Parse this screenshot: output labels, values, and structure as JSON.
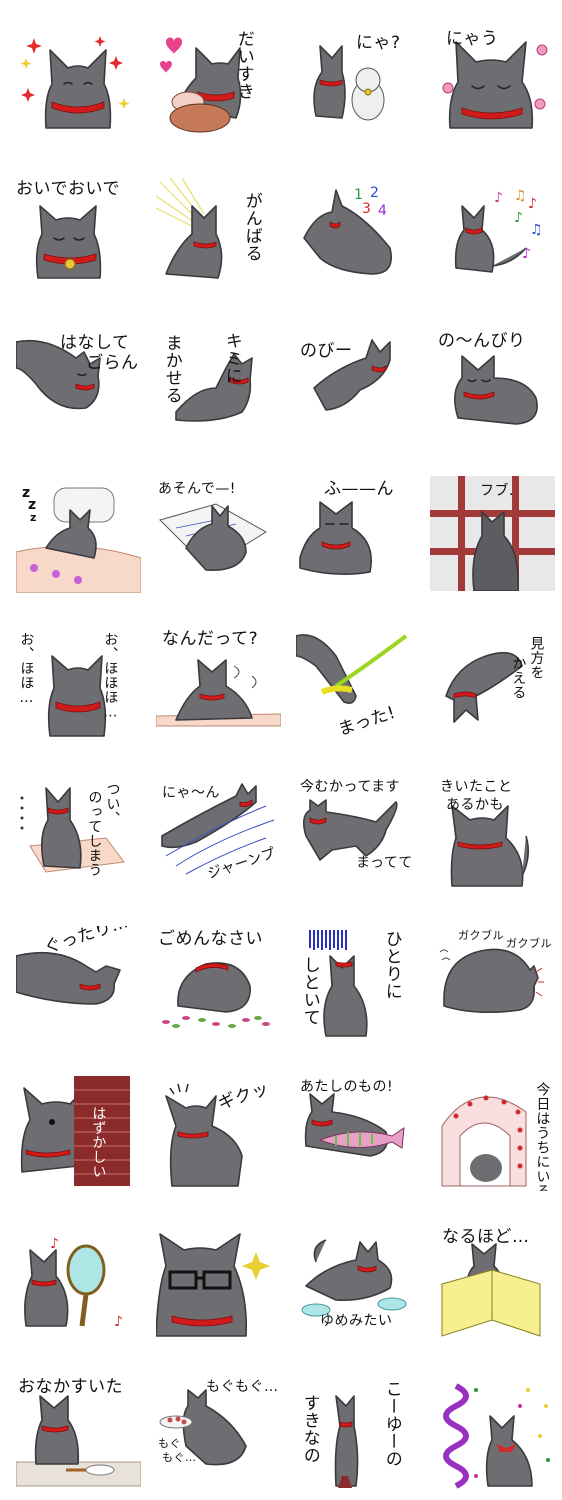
{
  "page": {
    "background": "#ffffff"
  },
  "colors": {
    "cat_gray": "#6e6e72",
    "collar_red": "#d21a1a",
    "pink_accent": "#e8408a",
    "yellow_accent": "#e9df44",
    "window_frame": "#a23a3a",
    "brick": "#8a2a2a"
  },
  "stickers": [
    {
      "id": 1,
      "captions": [],
      "icon": "sparkle-icon"
    },
    {
      "id": 2,
      "captions": [
        "だいすき"
      ],
      "icon": "heart-icon"
    },
    {
      "id": 3,
      "captions": [
        "にゃ?"
      ],
      "icon": "lucky-cat-icon"
    },
    {
      "id": 4,
      "captions": [
        "にゃう"
      ],
      "icon": "flower-icon"
    },
    {
      "id": 5,
      "captions": [
        "おいでおいで"
      ],
      "icon": "bell-icon"
    },
    {
      "id": 6,
      "captions": [
        "がんばる"
      ],
      "icon": "sunburst-icon"
    },
    {
      "id": 7,
      "captions": [
        "1",
        "2",
        "3",
        "4"
      ],
      "icon": "number-icon"
    },
    {
      "id": 8,
      "captions": [],
      "icon": "music-notes-icon"
    },
    {
      "id": 9,
      "captions": [
        "はなして",
        "ごらん"
      ],
      "icon": ""
    },
    {
      "id": 10,
      "captions": [
        "キミに",
        "まかせる"
      ],
      "icon": ""
    },
    {
      "id": 11,
      "captions": [
        "のびー"
      ],
      "icon": ""
    },
    {
      "id": 12,
      "captions": [
        "の〜んびり"
      ],
      "icon": ""
    },
    {
      "id": 13,
      "captions": [
        "z",
        "z",
        "z"
      ],
      "icon": "pillow-icon"
    },
    {
      "id": 14,
      "captions": [
        "あそんで—!"
      ],
      "icon": "newspaper-icon"
    },
    {
      "id": 15,
      "captions": [
        "ふ——ん"
      ],
      "icon": ""
    },
    {
      "id": 16,
      "captions": [
        "フブ."
      ],
      "icon": "window-frame-icon"
    },
    {
      "id": 17,
      "captions": [
        "お、ほほ…",
        "お、ほほほ…"
      ],
      "icon": ""
    },
    {
      "id": 18,
      "captions": [
        "なんだって?"
      ],
      "icon": ""
    },
    {
      "id": 19,
      "captions": [
        "まった!"
      ],
      "icon": "cat-toy-icon"
    },
    {
      "id": 20,
      "captions": [
        "見方を",
        "かえる"
      ],
      "icon": ""
    },
    {
      "id": 21,
      "captions": [
        "つい、",
        "のってしまう"
      ],
      "icon": "cushion-icon"
    },
    {
      "id": 22,
      "captions": [
        "にゃ〜ん",
        "ジャーンプ"
      ],
      "icon": ""
    },
    {
      "id": 23,
      "captions": [
        "今むかってます",
        "まってて"
      ],
      "icon": ""
    },
    {
      "id": 24,
      "captions": [
        "きいたこと",
        "あるかも"
      ],
      "icon": ""
    },
    {
      "id": 25,
      "captions": [
        "ぐったり…"
      ],
      "icon": ""
    },
    {
      "id": 26,
      "captions": [
        "ごめんなさい"
      ],
      "icon": "petals-icon"
    },
    {
      "id": 27,
      "captions": [
        "ひとりに",
        "しといて"
      ],
      "icon": "gloom-lines-icon"
    },
    {
      "id": 28,
      "captions": [
        "ガクブル",
        "ガクブル"
      ],
      "icon": ""
    },
    {
      "id": 29,
      "captions": [
        "はずかしい…"
      ],
      "icon": "brick-wall-icon"
    },
    {
      "id": 30,
      "captions": [
        "ギクッ"
      ],
      "icon": ""
    },
    {
      "id": 31,
      "captions": [
        "あたしのもの!"
      ],
      "icon": "fish-toy-icon"
    },
    {
      "id": 32,
      "captions": [
        "今日はうちにいる"
      ],
      "icon": "cat-house-icon"
    },
    {
      "id": 33,
      "captions": [],
      "icon": "mirror-icon"
    },
    {
      "id": 34,
      "captions": [],
      "icon": "glasses-icon"
    },
    {
      "id": 35,
      "captions": [
        "ゆめみたい"
      ],
      "icon": "cloud-icon"
    },
    {
      "id": 36,
      "captions": [
        "なるほど…"
      ],
      "icon": "newspaper-icon"
    },
    {
      "id": 37,
      "captions": [
        "おなかすいた"
      ],
      "icon": "bowl-icon"
    },
    {
      "id": 38,
      "captions": [
        "もぐもぐ…",
        "もぐ",
        "もぐ…"
      ],
      "icon": "food-dish-icon"
    },
    {
      "id": 39,
      "captions": [
        "すきなの",
        "こーゆーの"
      ],
      "icon": ""
    },
    {
      "id": 40,
      "captions": [],
      "icon": "confetti-icon"
    }
  ]
}
